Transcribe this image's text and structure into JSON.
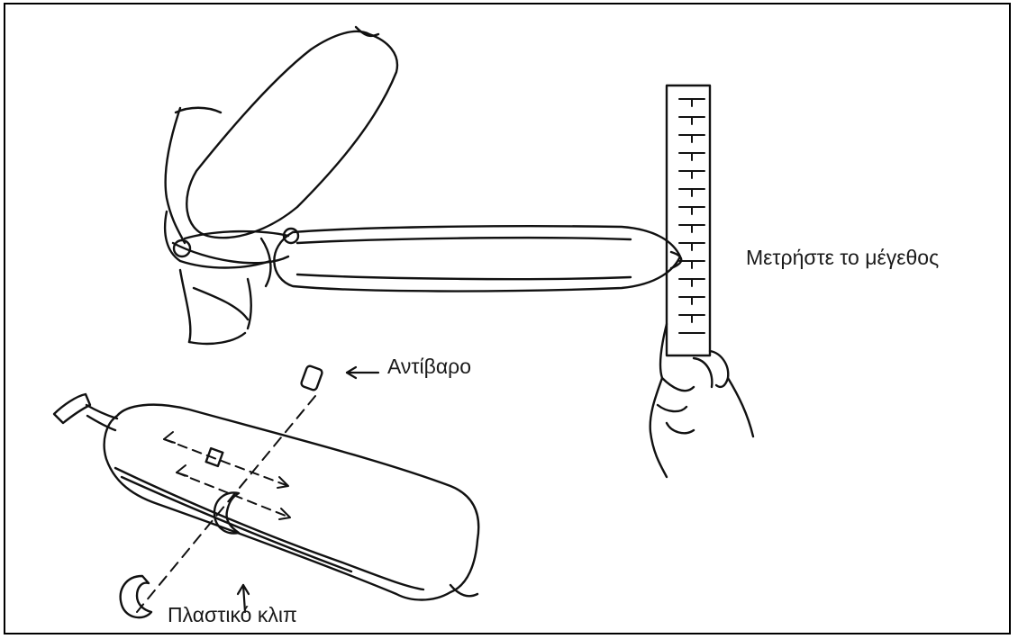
{
  "labels": {
    "measure": "Μετρήστε το μέγεθος",
    "counterweight": "Αντίβαρο",
    "plastic_clip": "Πλαστικό κλιπ"
  },
  "icons": [
    "drainage-bag-icon",
    "measuring-ruler-icon",
    "hand-icon",
    "counterweight-icon",
    "plastic-clip-icon",
    "arrow-icon"
  ],
  "colors": {
    "line": "#111111",
    "background": "#ffffff",
    "frame": "#000000"
  }
}
